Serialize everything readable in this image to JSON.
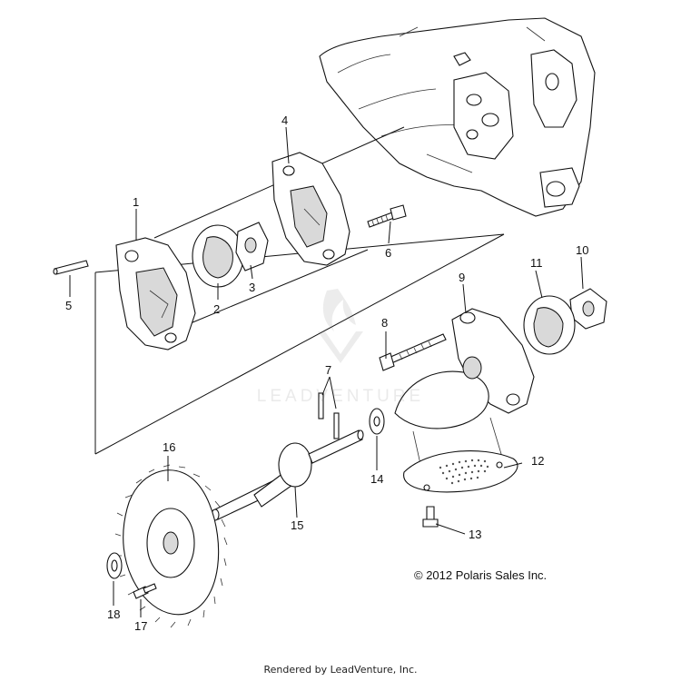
{
  "diagram": {
    "callouts": [
      "1",
      "2",
      "3",
      "4",
      "5",
      "6",
      "7",
      "8",
      "9",
      "10",
      "11",
      "12",
      "13",
      "14",
      "15",
      "16",
      "17",
      "18"
    ],
    "copyright": "© 2012 Polaris Sales Inc.",
    "watermark": "LEADVENTURE"
  },
  "footer": {
    "text": "Rendered by LeadVenture, Inc."
  }
}
